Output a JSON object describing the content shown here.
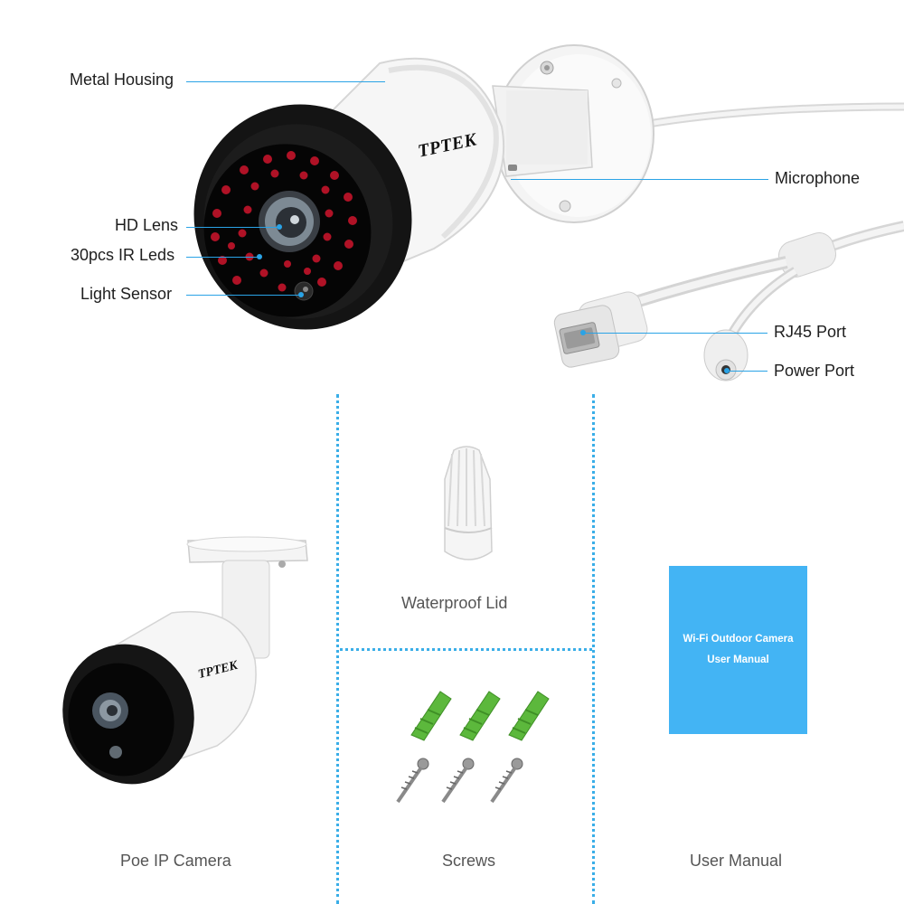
{
  "brand": "TPTEK",
  "callouts": {
    "metal_housing": "Metal Housing",
    "hd_lens": "HD Lens",
    "ir_leds": "30pcs IR Leds",
    "light_sensor": "Light Sensor",
    "microphone": "Microphone",
    "rj45_port": "RJ45 Port",
    "power_port": "Power Port"
  },
  "package_items": {
    "camera": "Poe IP Camera",
    "waterproof_lid": "Waterproof Lid",
    "screws": "Screws",
    "user_manual": "User Manual"
  },
  "manual_cover": {
    "line1": "Wi-Fi Outdoor Camera",
    "line2": "User Manual"
  },
  "colors": {
    "accent": "#2aa3e6",
    "manual_blue": "#43b4f4",
    "anchor_green": "#5cb83c",
    "ir_led_red": "#b01226"
  }
}
